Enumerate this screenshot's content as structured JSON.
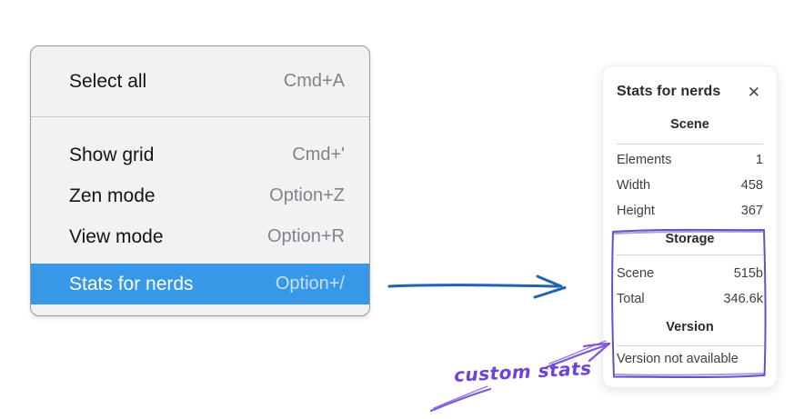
{
  "context_menu": {
    "sections": [
      {
        "items": [
          {
            "label": "Select all",
            "shortcut": "Cmd+A",
            "selected": false
          }
        ]
      },
      {
        "items": [
          {
            "label": "Show grid",
            "shortcut": "Cmd+'",
            "selected": false
          },
          {
            "label": "Zen mode",
            "shortcut": "Option+Z",
            "selected": false
          },
          {
            "label": "View mode",
            "shortcut": "Option+R",
            "selected": false
          },
          {
            "label": "Stats for nerds",
            "shortcut": "Option+/",
            "selected": true
          }
        ]
      }
    ]
  },
  "stats_panel": {
    "title": "Stats for nerds",
    "close_icon": "✕",
    "sections": [
      {
        "header": "Scene",
        "rows": [
          {
            "label": "Elements",
            "value": "1"
          },
          {
            "label": "Width",
            "value": "458"
          },
          {
            "label": "Height",
            "value": "367"
          }
        ]
      },
      {
        "header": "Storage",
        "rows": [
          {
            "label": "Scene",
            "value": "515b"
          },
          {
            "label": "Total",
            "value": "346.6k"
          }
        ]
      },
      {
        "header": "Version",
        "note": "Version not available"
      }
    ]
  },
  "annotations": {
    "custom_stats_label": "custom stats"
  },
  "colors": {
    "menu_highlight": "#3898e8",
    "menu_background": "#f1f2f4",
    "arrow_blue": "#1e64b2",
    "annotation_purple": "#6a4ec9",
    "annotation_purple_light": "#7a5bd8"
  }
}
